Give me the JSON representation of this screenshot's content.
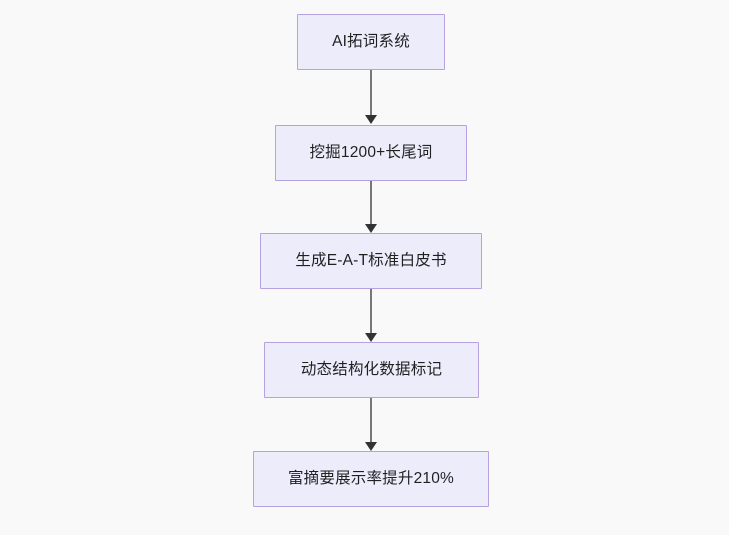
{
  "diagram": {
    "type": "flowchart",
    "direction": "top-to-bottom",
    "background_color": "#faf9f9",
    "node_fill_color": "#ececfb",
    "node_border_color": "#b7a2e0",
    "node_text_color": "#1f2020",
    "edge_line_color": "#777777",
    "edge_arrow_color": "#333333",
    "nodes": [
      {
        "id": "node-0",
        "label": "AI拓词系统"
      },
      {
        "id": "node-1",
        "label": "挖掘1200+长尾词"
      },
      {
        "id": "node-2",
        "label": "生成E-A-T标准白皮书"
      },
      {
        "id": "node-3",
        "label": "动态结构化数据标记"
      },
      {
        "id": "node-4",
        "label": "富摘要展示率提升210%"
      }
    ],
    "edges": [
      {
        "id": "edge-0",
        "from": "node-0",
        "to": "node-1",
        "label": ""
      },
      {
        "id": "edge-1",
        "from": "node-1",
        "to": "node-2",
        "label": ""
      },
      {
        "id": "edge-2",
        "from": "node-2",
        "to": "node-3",
        "label": ""
      },
      {
        "id": "edge-3",
        "from": "node-3",
        "to": "node-4",
        "label": ""
      }
    ]
  }
}
